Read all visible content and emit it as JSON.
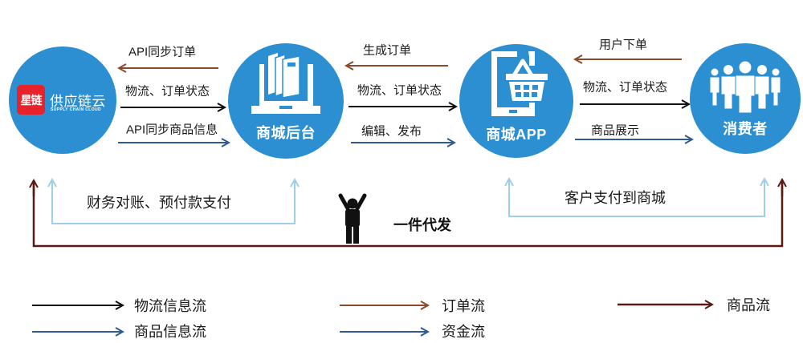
{
  "colors": {
    "node_blue": "#2b8fd2",
    "logistics_black": "#111111",
    "order_brown": "#8b4a2b",
    "product_info_blue": "#2f5a93",
    "goods_maroon": "#5a1a14",
    "payment_light_blue": "#9fcfe6",
    "logo_red": "#e8222b"
  },
  "nodes": {
    "supply_chain": {
      "logo_mark": "星链",
      "logo_name": "供应链云",
      "logo_tagline": "SUPPLY CHAIN CLOUD",
      "icon": "supply-chain-cloud-logo"
    },
    "backend": {
      "label": "商城后台",
      "icon": "laptop-books-icon"
    },
    "app": {
      "label": "商城APP",
      "icon": "tablet-basket-icon"
    },
    "consumer": {
      "label": "消费者",
      "icon": "people-group-icon"
    }
  },
  "flows": {
    "supply_backend": [
      {
        "label": "API同步订单",
        "direction": "left",
        "type": "order"
      },
      {
        "label": "物流、订单状态",
        "direction": "right",
        "type": "logistics"
      },
      {
        "label": "API同步商品信息",
        "direction": "right",
        "type": "product_info"
      }
    ],
    "backend_app": [
      {
        "label": "生成订单",
        "direction": "left",
        "type": "order"
      },
      {
        "label": "物流、订单状态",
        "direction": "right",
        "type": "logistics"
      },
      {
        "label": "编辑、发布",
        "direction": "right",
        "type": "product_info"
      }
    ],
    "app_consumer": [
      {
        "label": "用户下单",
        "direction": "left",
        "type": "order"
      },
      {
        "label": "物流、订单状态",
        "direction": "right",
        "type": "logistics"
      },
      {
        "label": "商品展示",
        "direction": "right",
        "type": "product_info"
      }
    ]
  },
  "bottom": {
    "finance_label": "财务对账、预付款支付",
    "customer_pay_label": "客户支付到商城",
    "dropship_label": "一件代发",
    "dropship_icon": "person-arms-up-icon"
  },
  "legend": [
    {
      "label": "物流信息流",
      "type": "logistics"
    },
    {
      "label": "商品信息流",
      "type": "product_info"
    },
    {
      "label": "订单流",
      "type": "order"
    },
    {
      "label": "资金流",
      "type": "payment"
    },
    {
      "label": "商品流",
      "type": "goods"
    }
  ]
}
